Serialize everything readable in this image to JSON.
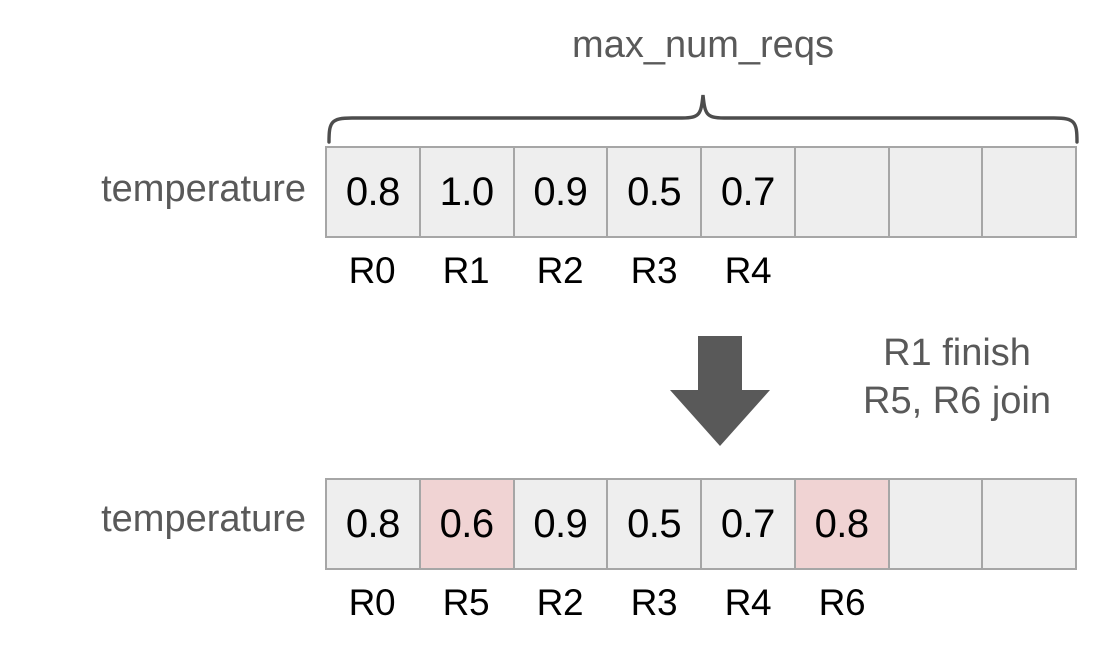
{
  "diagram": {
    "title": "max_num_reqs",
    "brace_label": "max_num_reqs",
    "colors": {
      "cell_background": "#eeeeee",
      "cell_border": "#a6a6a6",
      "highlight": "#f0d3d3",
      "text_gray": "#595959",
      "text_black": "#000000",
      "arrow": "#595959",
      "brace": "#4d4d4d",
      "page_background": "#ffffff"
    },
    "states": [
      {
        "id": "before",
        "row_label": "temperature",
        "capacity": 8,
        "cells": [
          {
            "value": "0.8",
            "highlighted": false,
            "empty": false
          },
          {
            "value": "1.0",
            "highlighted": false,
            "empty": false
          },
          {
            "value": "0.9",
            "highlighted": false,
            "empty": false
          },
          {
            "value": "0.5",
            "highlighted": false,
            "empty": false
          },
          {
            "value": "0.7",
            "highlighted": false,
            "empty": false
          },
          {
            "value": "",
            "highlighted": false,
            "empty": true
          },
          {
            "value": "",
            "highlighted": false,
            "empty": true
          },
          {
            "value": "",
            "highlighted": false,
            "empty": true
          }
        ],
        "request_ids": [
          "R0",
          "R1",
          "R2",
          "R3",
          "R4",
          "",
          "",
          ""
        ]
      },
      {
        "id": "after",
        "row_label": "temperature",
        "capacity": 8,
        "cells": [
          {
            "value": "0.8",
            "highlighted": false,
            "empty": false
          },
          {
            "value": "0.6",
            "highlighted": true,
            "empty": false
          },
          {
            "value": "0.9",
            "highlighted": false,
            "empty": false
          },
          {
            "value": "0.5",
            "highlighted": false,
            "empty": false
          },
          {
            "value": "0.7",
            "highlighted": false,
            "empty": false
          },
          {
            "value": "0.8",
            "highlighted": true,
            "empty": false
          },
          {
            "value": "",
            "highlighted": false,
            "empty": true
          },
          {
            "value": "",
            "highlighted": false,
            "empty": true
          }
        ],
        "request_ids": [
          "R0",
          "R5",
          "R2",
          "R3",
          "R4",
          "R6",
          "",
          ""
        ]
      }
    ],
    "transition": {
      "arrow_icon": "arrow-down-icon",
      "lines": [
        "R1 finish",
        "R5, R6 join"
      ]
    }
  }
}
